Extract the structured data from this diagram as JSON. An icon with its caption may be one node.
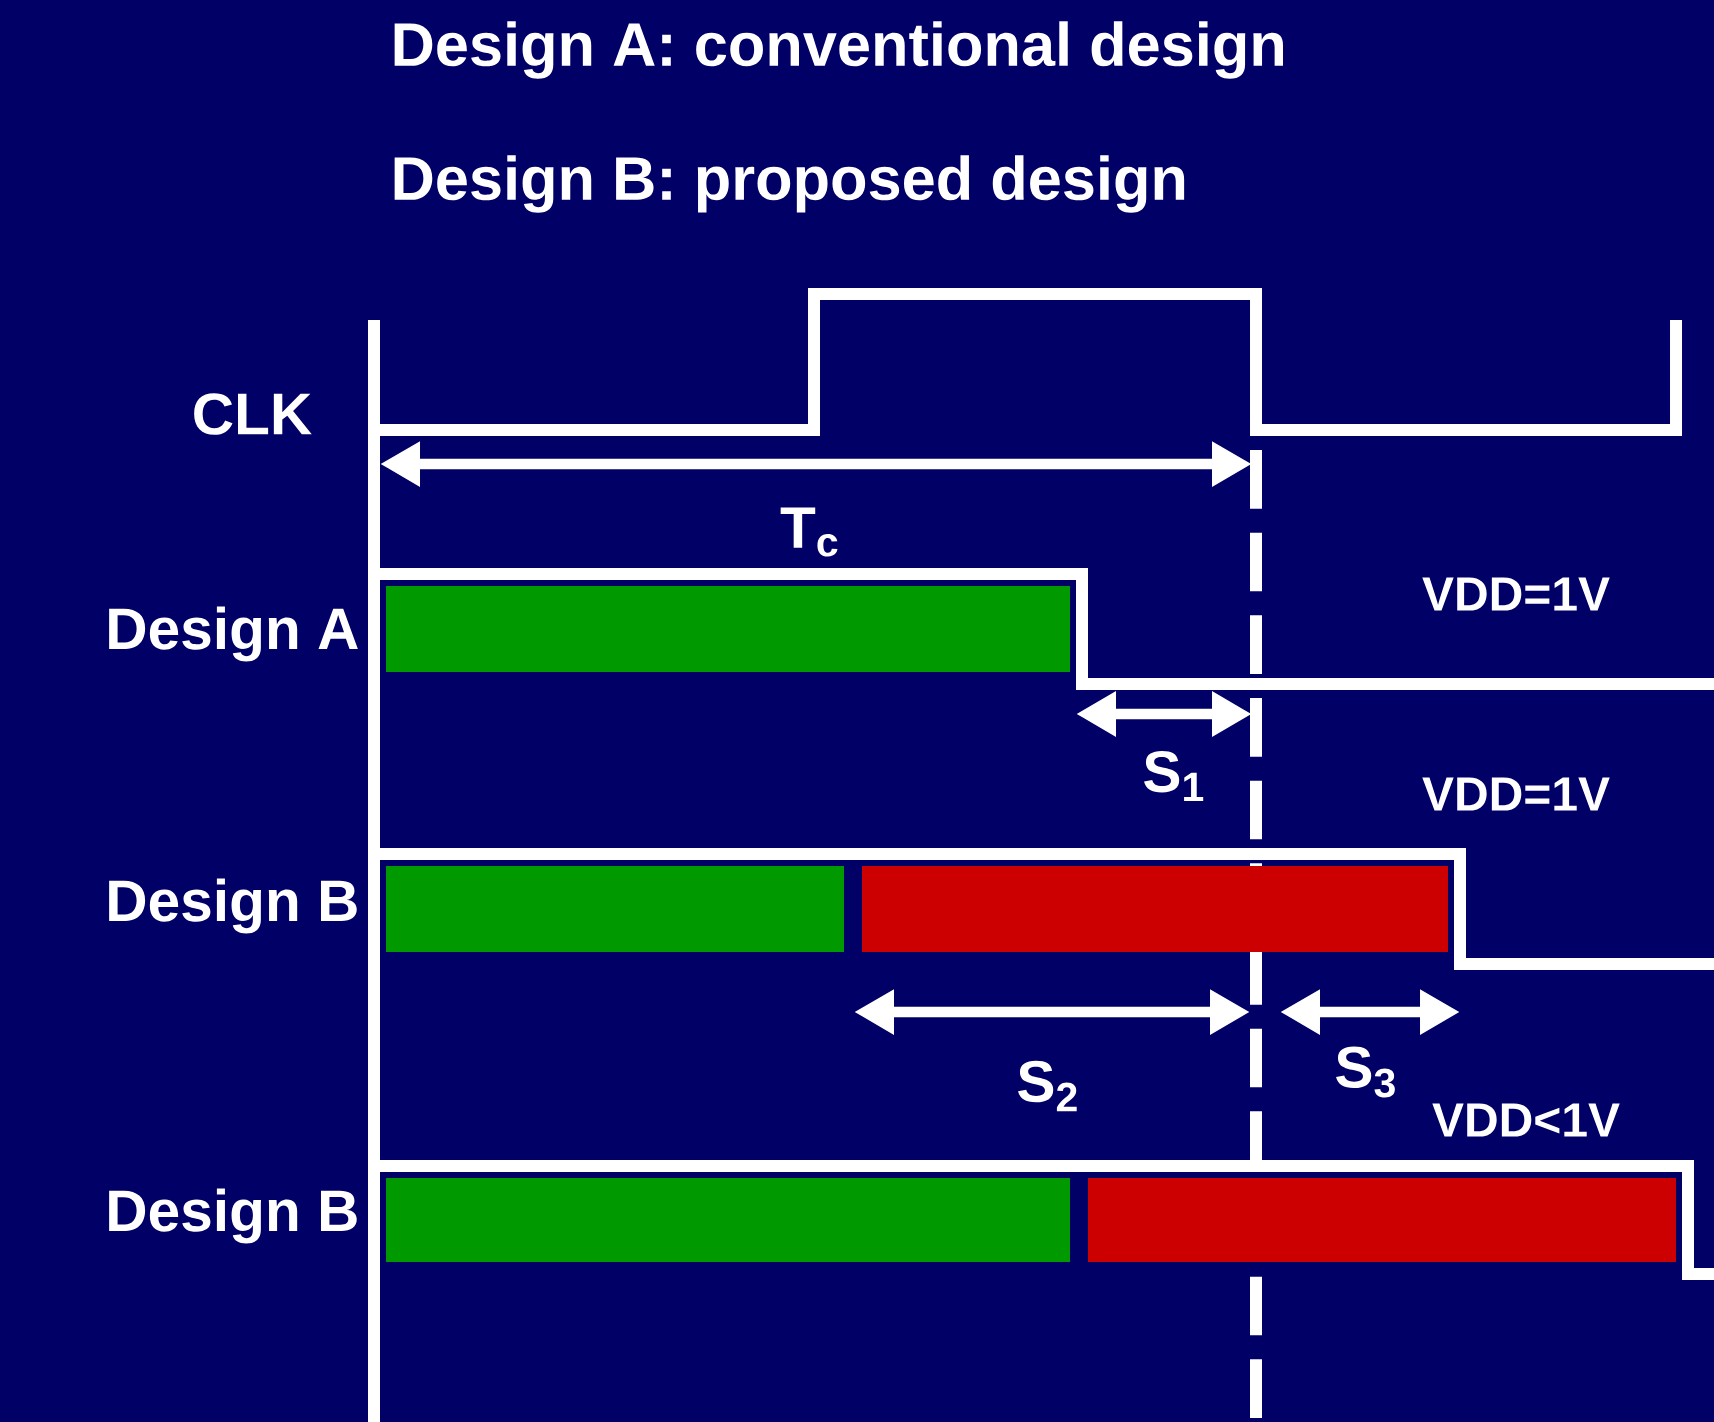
{
  "diagram": {
    "labels": [
      "Design A: conventional design",
      "Design B: proposed design",
      "CLK",
      "T$_{c}$",
      "Design A",
      "VDD=1V",
      "S$_{1}$",
      "VDD=1V",
      "Design B",
      "S$_{2}$",
      "S$_{3}$",
      "VDD<1V",
      "Design B"
    ]
  }
}
